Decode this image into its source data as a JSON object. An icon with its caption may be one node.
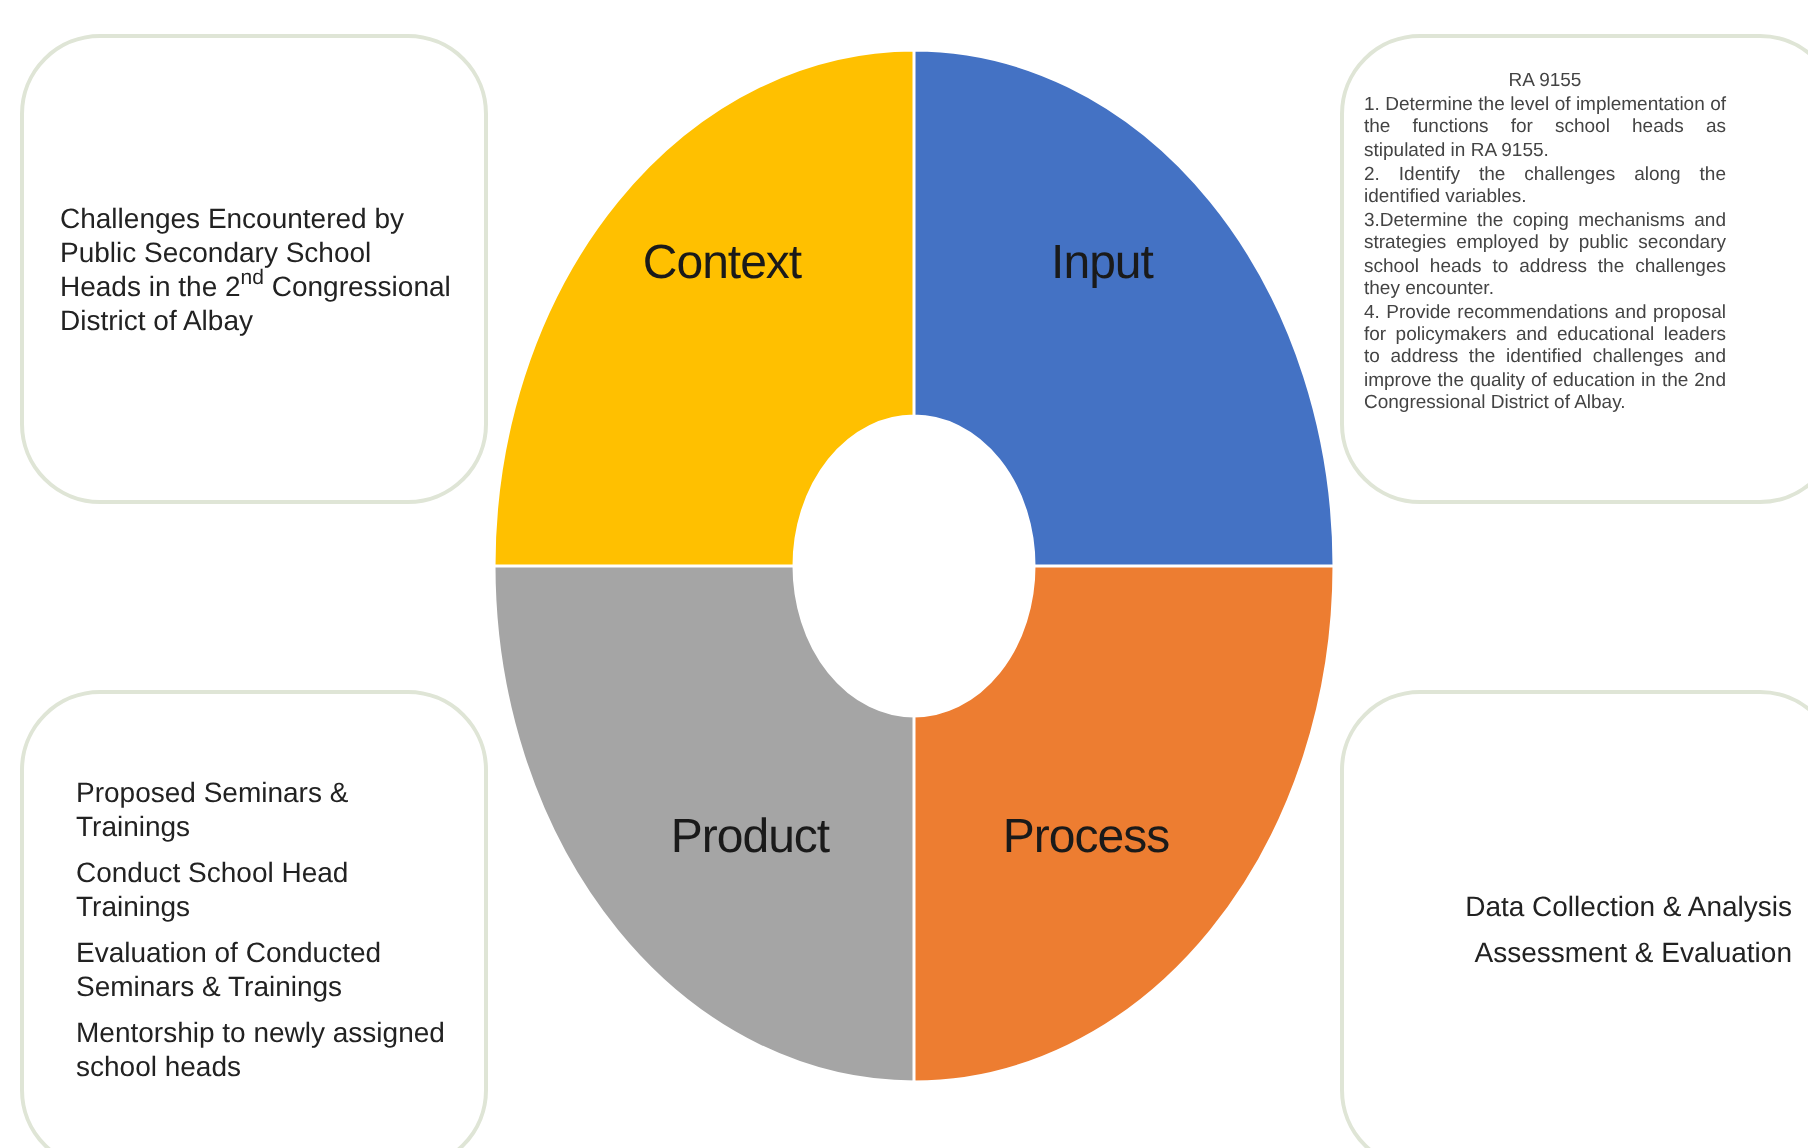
{
  "diagram": {
    "nodes": [
      {
        "text": [
          "Challenges Encountered by Public Secondary School Heads in the 2$^{nd}$ Congressional District of Albay"
        ]
      },
      {
        "text": [
          "Context"
        ]
      },
      {
        "text": [
          "Input"
        ]
      },
      {
        "text": [
          "RA 9155",
          "1. Determine the level of implementation of the functions for school heads as stipulated in RA 9155.",
          "2. Identify the challenges along the identified variables.",
          "3.Determine the coping mechanisms and strategies employed by public secondary school heads to address the challenges they encounter.",
          "4. Provide recommendations and proposal for policymakers and educational leaders to address the identified challenges and improve the quality of education in the 2nd Congressional District of Albay."
        ]
      },
      {
        "text": [
          "Proposed Seminars & Trainings",
          "Conduct School Head Trainings",
          "Evaluation of Conducted Seminars & Trainings",
          "Mentorship to  newly assigned school heads"
        ]
      },
      {
        "text": [
          "Product"
        ]
      },
      {
        "text": [
          "Process"
        ]
      },
      {
        "text": [
          "Data Collection & Analysis",
          "Assessment & Evaluation"
        ]
      }
    ]
  }
}
